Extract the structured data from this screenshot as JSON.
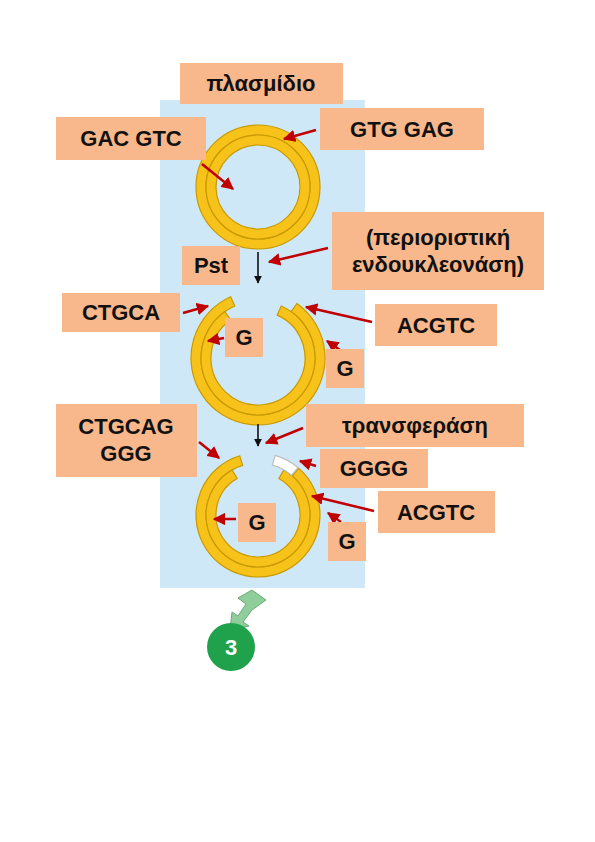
{
  "diagram": {
    "nodes": [
      {
        "text": [
          "πλασμίδιο"
        ]
      },
      {
        "text": [
          "GAC GTC"
        ]
      },
      {
        "text": [
          "GTG GAG"
        ]
      },
      {
        "text": [
          "Pst"
        ]
      },
      {
        "text": [
          "(περιοριστική ενδουκλεονάση)"
        ]
      },
      {
        "text": [
          "CTGCA"
        ]
      },
      {
        "text": [
          "ACGTC"
        ]
      },
      {
        "text": [
          "G"
        ]
      },
      {
        "text": [
          "G"
        ]
      },
      {
        "text": [
          "CTGCAG GGG"
        ]
      },
      {
        "text": [
          "τρανσφεράση"
        ]
      },
      {
        "text": [
          "GGGG"
        ]
      },
      {
        "text": [
          "ACGTC"
        ]
      },
      {
        "text": [
          "G"
        ]
      },
      {
        "text": [
          "G"
        ]
      },
      {
        "text": [
          "3"
        ]
      }
    ]
  }
}
